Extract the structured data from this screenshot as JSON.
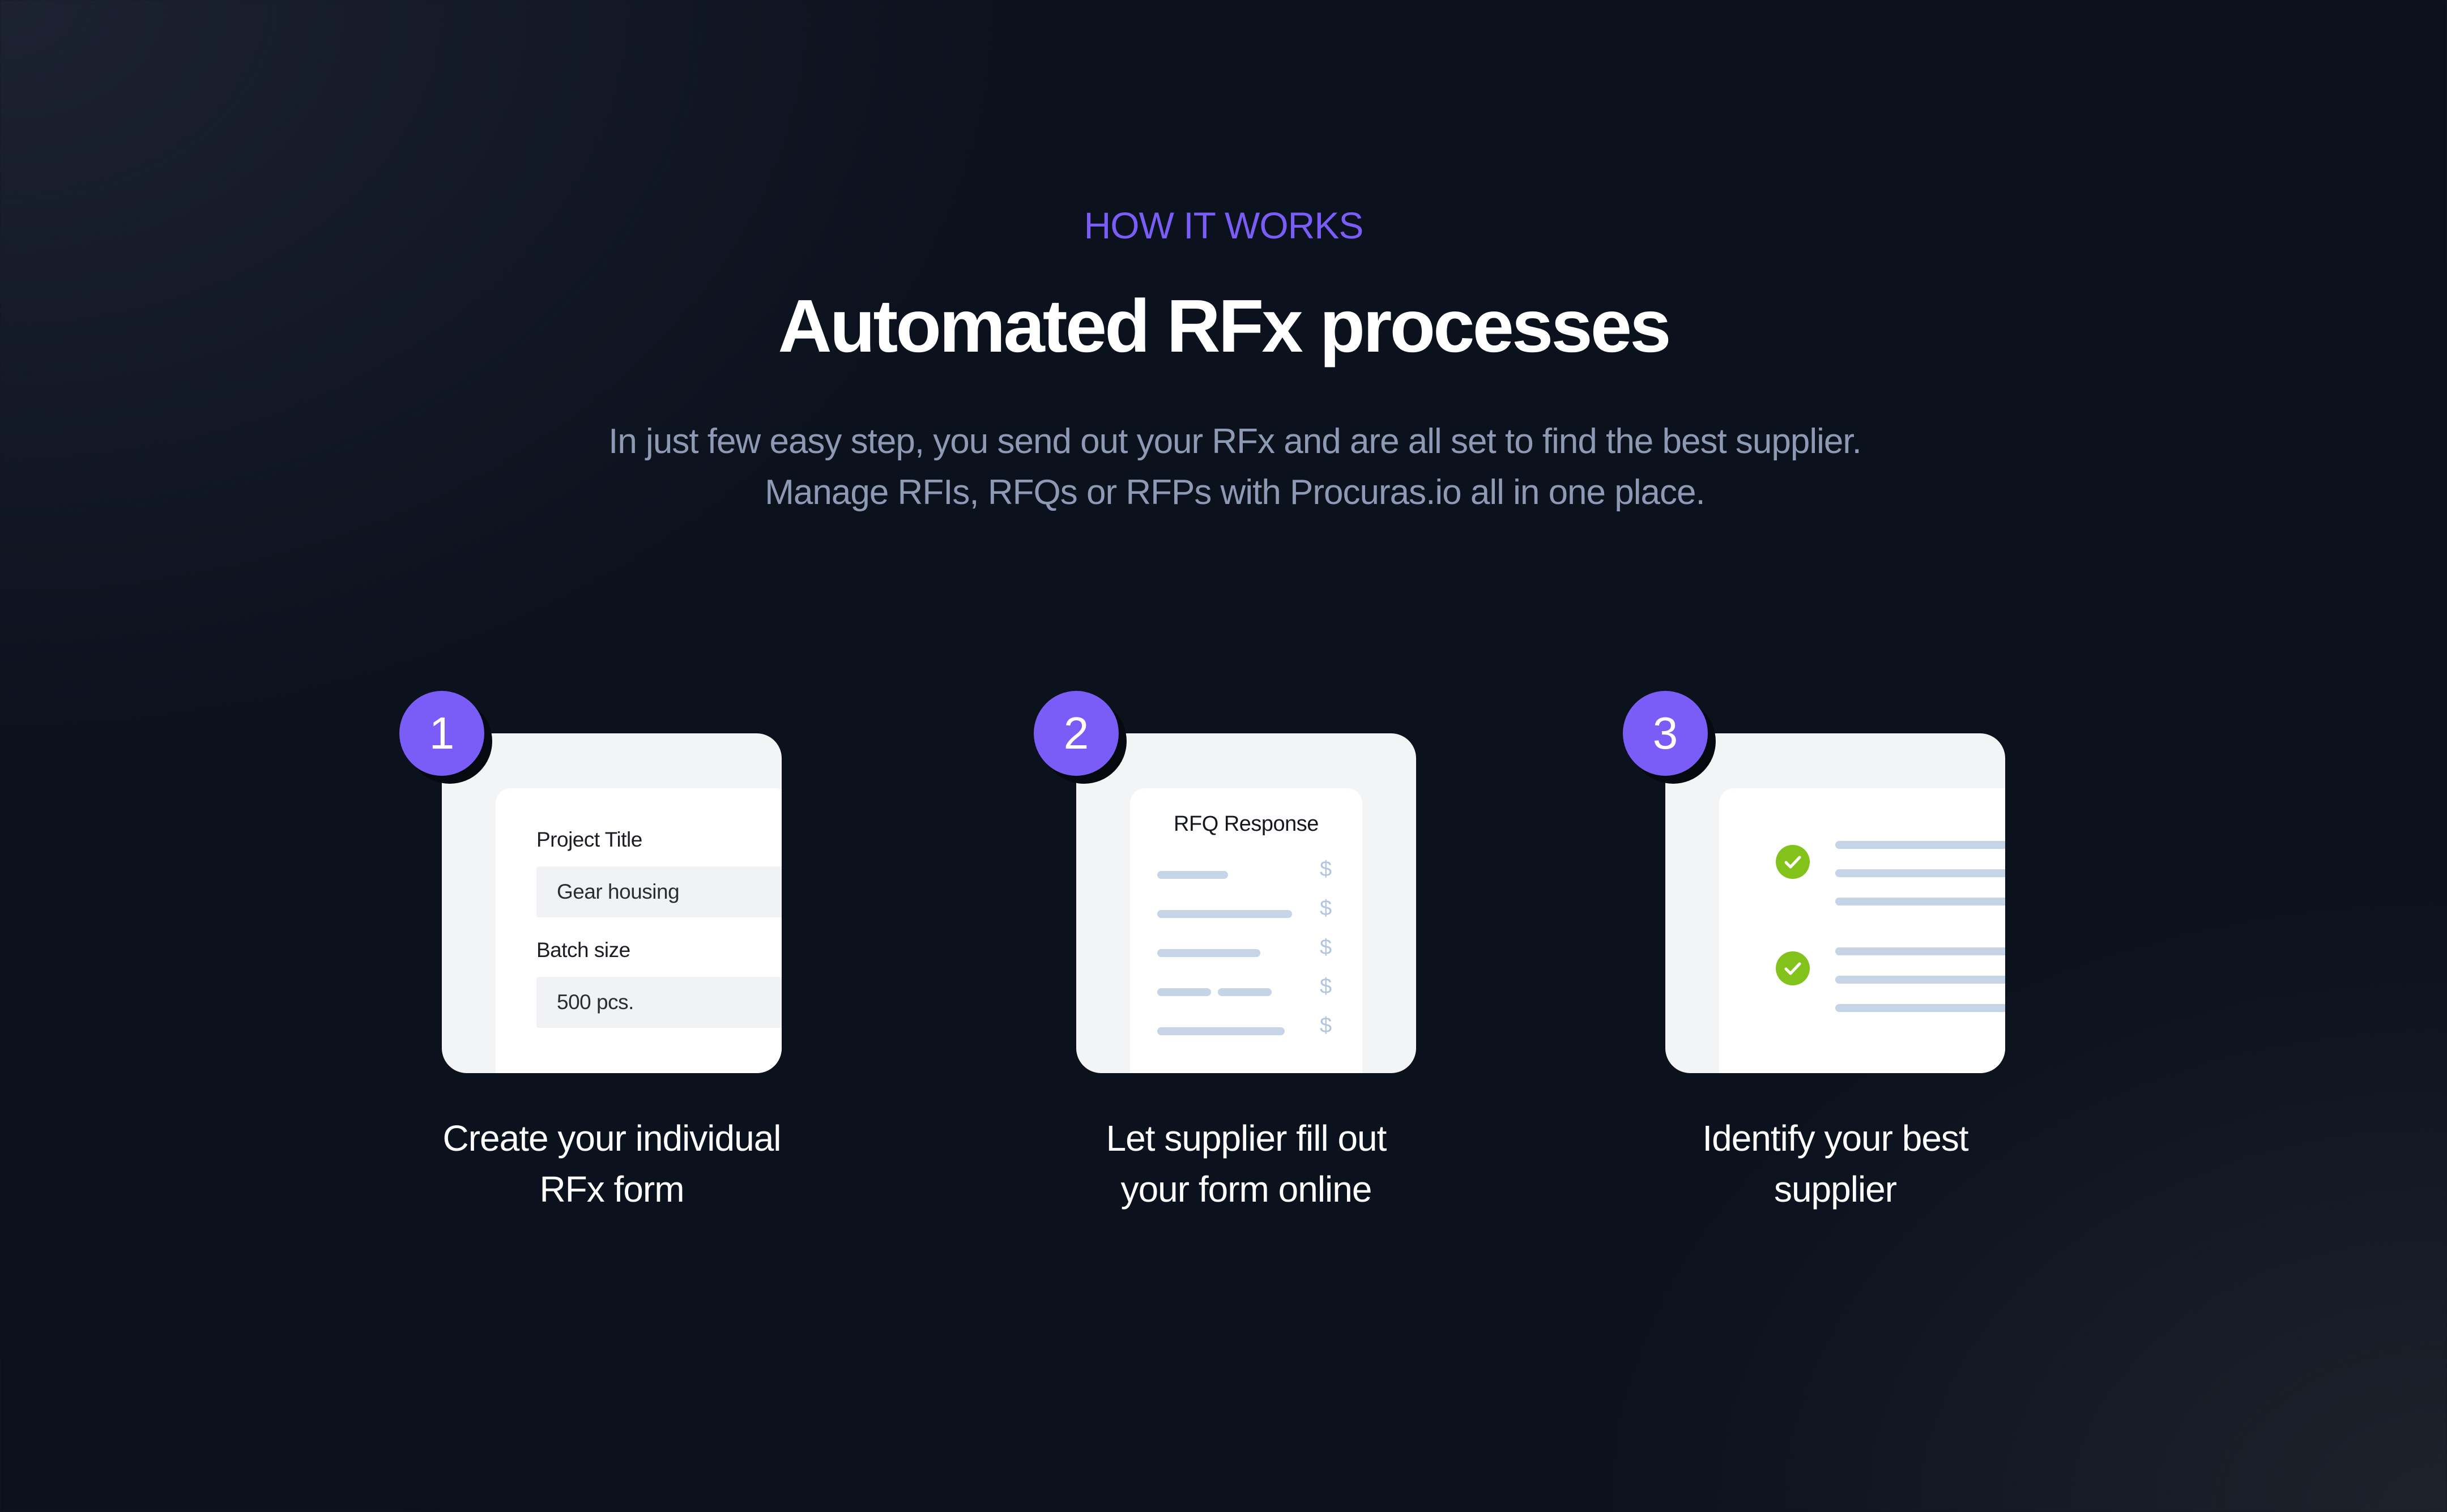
{
  "header": {
    "eyebrow": "HOW IT WORKS",
    "title": "Automated RFx processes",
    "subtitle_line1": "In just few easy step, you send out your RFx and are all set to find the best supplier.",
    "subtitle_line2": "Manage RFIs, RFQs or RFPs with Procuras.io all in one place."
  },
  "steps": [
    {
      "number": "1",
      "caption_line1": "Create your individual",
      "caption_line2": "RFx form",
      "form": {
        "field1_label": "Project Title",
        "field1_value": "Gear housing",
        "field2_label": "Batch size",
        "field2_value": "500 pcs."
      }
    },
    {
      "number": "2",
      "caption_line1": "Let supplier fill out",
      "caption_line2": "your  form online",
      "panel_title": "RFQ Response",
      "currency_symbol": "$"
    },
    {
      "number": "3",
      "caption_line1": "Identify your best",
      "caption_line2": "supplier"
    }
  ],
  "colors": {
    "accent": "#7a5cf6",
    "check": "#82c21a",
    "placeholder_line": "#c5d4e6",
    "background": "#0b111d"
  },
  "icons": [
    "check-icon"
  ]
}
